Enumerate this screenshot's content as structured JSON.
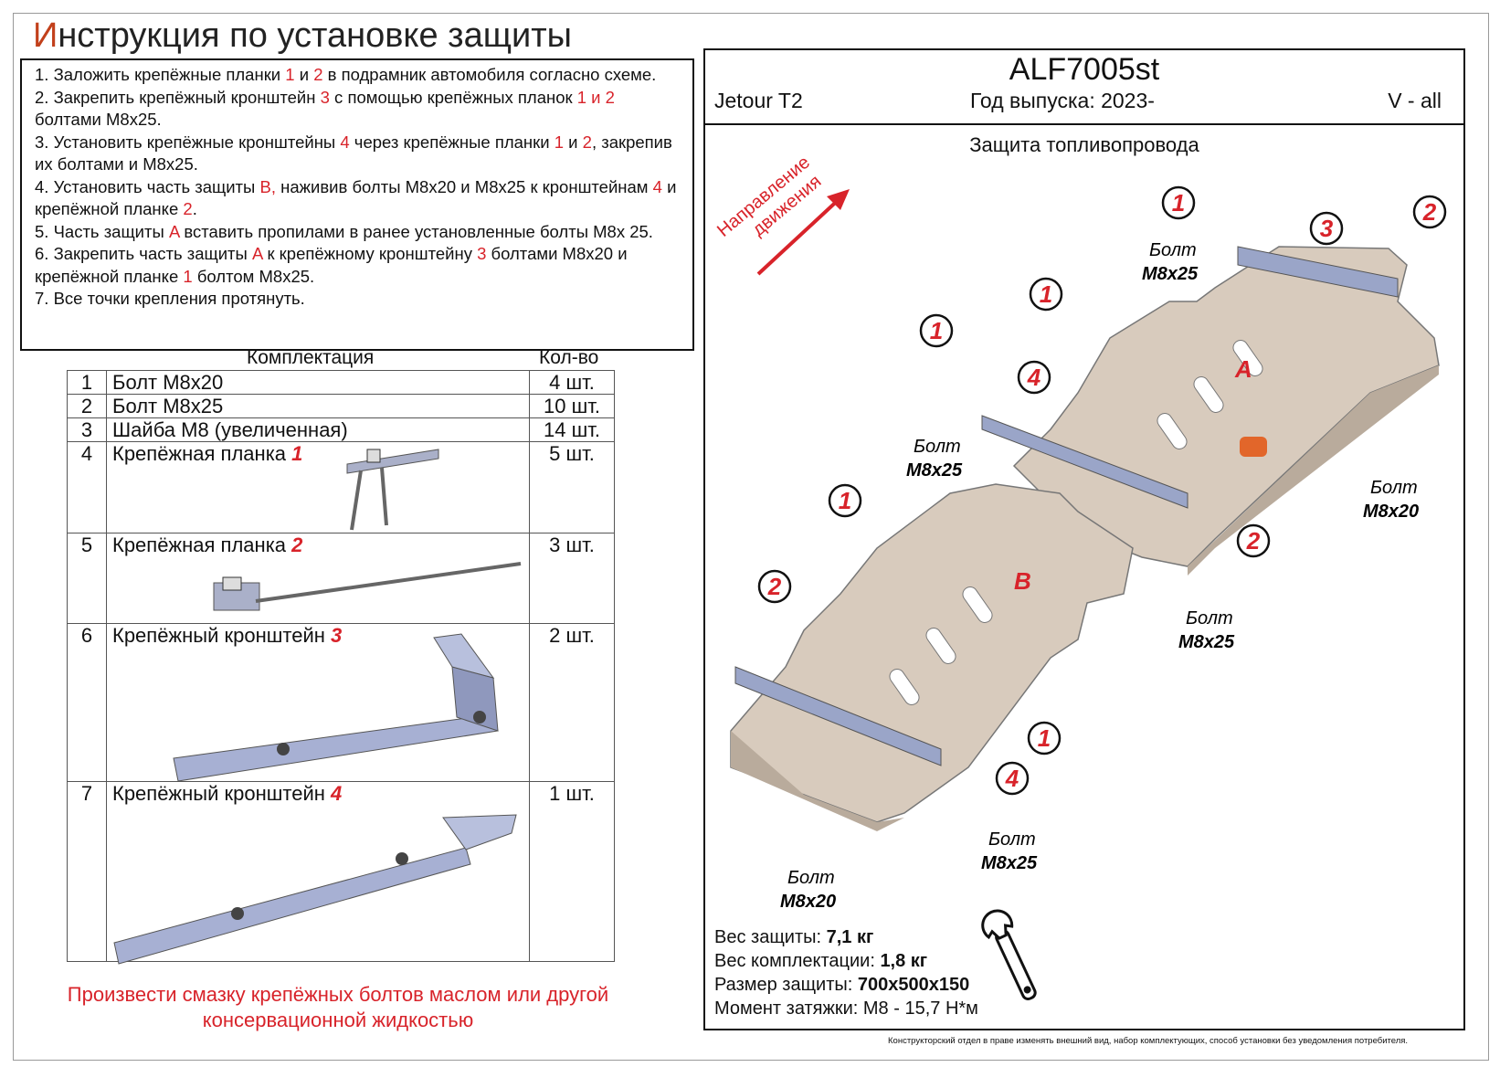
{
  "title": "Инструкция по установке защиты",
  "instructions": [
    [
      "1. Заложить крепёжные планки ",
      {
        "r": "1"
      },
      " и ",
      {
        "r": "2"
      },
      " в подрамник автомобиля согласно схеме."
    ],
    [
      "2. Закрепить крепёжный кронштейн ",
      {
        "r": "3"
      },
      " с помощью крепёжных планок ",
      {
        "r": "1 и 2"
      },
      " болтами М8х25."
    ],
    [
      "3. Установить крепёжные кронштейны ",
      {
        "r": "4"
      },
      " через крепёжные планки ",
      {
        "r": "1"
      },
      " и ",
      {
        "r": "2"
      },
      ", закрепив их болтами и М8х25."
    ],
    [
      "4. Установить часть защиты ",
      {
        "r": "B,"
      },
      " наживив болты М8х20 и М8х25 к кронштейнам ",
      {
        "r": "4"
      },
      " и крепёжной планке ",
      {
        "r": "2"
      },
      "."
    ],
    [
      "5. Часть защиты ",
      {
        "r": "A"
      },
      " вставить пропилами в ранее установленные болты М8х 25."
    ],
    [
      "6. Закрепить часть защиты ",
      {
        "r": "A"
      },
      " к крепёжному кронштейну ",
      {
        "r": "3"
      },
      " болтами М8х20 и крепёжной планке ",
      {
        "r": "1"
      },
      " болтом М8х25."
    ],
    [
      "7. Все точки крепления протянуть."
    ]
  ],
  "kit": {
    "header_name": "Комплектация",
    "header_qty": "Кол-во",
    "rows": [
      {
        "n": "1",
        "name": "Болт М8х20",
        "num": "",
        "qty": "4 шт."
      },
      {
        "n": "2",
        "name": "Болт М8х25",
        "num": "",
        "qty": "10 шт."
      },
      {
        "n": "3",
        "name": "Шайба М8 (увеличенная)",
        "num": "",
        "qty": "14 шт."
      },
      {
        "n": "4",
        "name": "Крепёжная планка ",
        "num": "1",
        "qty": "5 шт."
      },
      {
        "n": "5",
        "name": "Крепёжная планка ",
        "num": "2",
        "qty": "3 шт."
      },
      {
        "n": "6",
        "name": "Крепёжный кронштейн ",
        "num": "3",
        "qty": "2 шт."
      },
      {
        "n": "7",
        "name": "Крепёжный кронштейн ",
        "num": "4",
        "qty": "1 шт."
      }
    ]
  },
  "note": "Произвести смазку крепёжных болтов маслом или другой консервационной жидкостью",
  "product": {
    "code": "ALF7005st",
    "car": "Jetour T2",
    "year": "Год выпуска: 2023-",
    "variant": "V - all",
    "protection": "Защита топливопровода"
  },
  "direction": "Направление движения",
  "diagram_labels": {
    "part_a": "A",
    "part_b": "B",
    "bolt": "Болт",
    "m8x25": "M8x25",
    "m8x20": "M8x20",
    "callouts": [
      "1",
      "2",
      "3",
      "1",
      "1",
      "4",
      "2",
      "1",
      "2",
      "1",
      "4"
    ]
  },
  "specs": [
    {
      "label": "Вес защиты: ",
      "value": "7,1 кг"
    },
    {
      "label": "Вес комплектации: ",
      "value": "1,8 кг"
    },
    {
      "label": "Размер защиты: ",
      "value": "700х500х150"
    },
    {
      "label": "Момент затяжки:  М8 - 15,7 Н*м",
      "value": ""
    }
  ],
  "disclaimer": "Конструкторский отдел в праве изменять внешний вид, набор комплектующих, способ установки без уведомления потребителя.",
  "colors": {
    "accent_red": "#d8232a",
    "plate": "#d8cbbd",
    "bracket": "#9aa5c8"
  }
}
